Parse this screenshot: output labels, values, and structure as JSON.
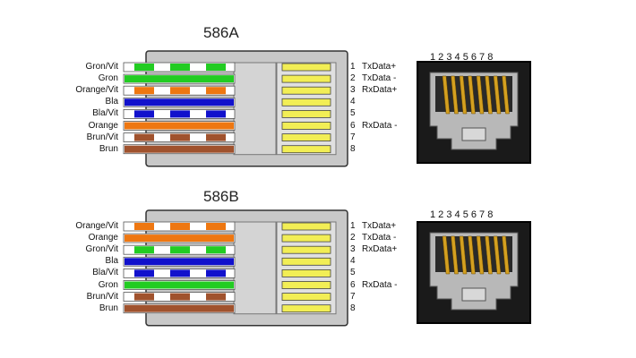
{
  "diagrams": [
    {
      "title": "586A",
      "wires": [
        {
          "label": "Gron/Vit",
          "color": "#22cc22",
          "striped": true
        },
        {
          "label": "Gron",
          "color": "#22cc22",
          "striped": false
        },
        {
          "label": "Orange/Vit",
          "color": "#ee7711",
          "striped": true
        },
        {
          "label": "Bla",
          "color": "#1111cc",
          "striped": false
        },
        {
          "label": "Bla/Vit",
          "color": "#1111cc",
          "striped": true
        },
        {
          "label": "Orange",
          "color": "#ee7711",
          "striped": false
        },
        {
          "label": "Brun/Vit",
          "color": "#a0522d",
          "striped": true
        },
        {
          "label": "Brun",
          "color": "#a0522d",
          "striped": false
        }
      ],
      "pins": [
        {
          "num": "1",
          "signal": "TxData+"
        },
        {
          "num": "2",
          "signal": "TxData -"
        },
        {
          "num": "3",
          "signal": "RxData+"
        },
        {
          "num": "4",
          "signal": ""
        },
        {
          "num": "5",
          "signal": ""
        },
        {
          "num": "6",
          "signal": "RxData -"
        },
        {
          "num": "7",
          "signal": ""
        },
        {
          "num": "8",
          "signal": ""
        }
      ],
      "jack_numbers": "1 2 3 4 5 6 7 8"
    },
    {
      "title": "586B",
      "wires": [
        {
          "label": "Orange/Vit",
          "color": "#ee7711",
          "striped": true
        },
        {
          "label": "Orange",
          "color": "#ee7711",
          "striped": false
        },
        {
          "label": "Gron/Vit",
          "color": "#22cc22",
          "striped": true
        },
        {
          "label": "Bla",
          "color": "#1111cc",
          "striped": false
        },
        {
          "label": "Bla/Vit",
          "color": "#1111cc",
          "striped": true
        },
        {
          "label": "Gron",
          "color": "#22cc22",
          "striped": false
        },
        {
          "label": "Brun/Vit",
          "color": "#a0522d",
          "striped": true
        },
        {
          "label": "Brun",
          "color": "#a0522d",
          "striped": false
        }
      ],
      "pins": [
        {
          "num": "1",
          "signal": "TxData+"
        },
        {
          "num": "2",
          "signal": "TxData -"
        },
        {
          "num": "3",
          "signal": "RxData+"
        },
        {
          "num": "4",
          "signal": ""
        },
        {
          "num": "5",
          "signal": ""
        },
        {
          "num": "6",
          "signal": "RxData -"
        },
        {
          "num": "7",
          "signal": ""
        },
        {
          "num": "8",
          "signal": ""
        }
      ],
      "jack_numbers": "1 2 3 4 5 6 7 8"
    }
  ],
  "colors": {
    "plug_body": "#c8c8c8",
    "plug_outline": "#333333",
    "contact_fill": "#f2ee55",
    "jack_body": "#1a1a1a",
    "jack_cavity": "#b8b8b8",
    "jack_pin": "#d4a020"
  }
}
